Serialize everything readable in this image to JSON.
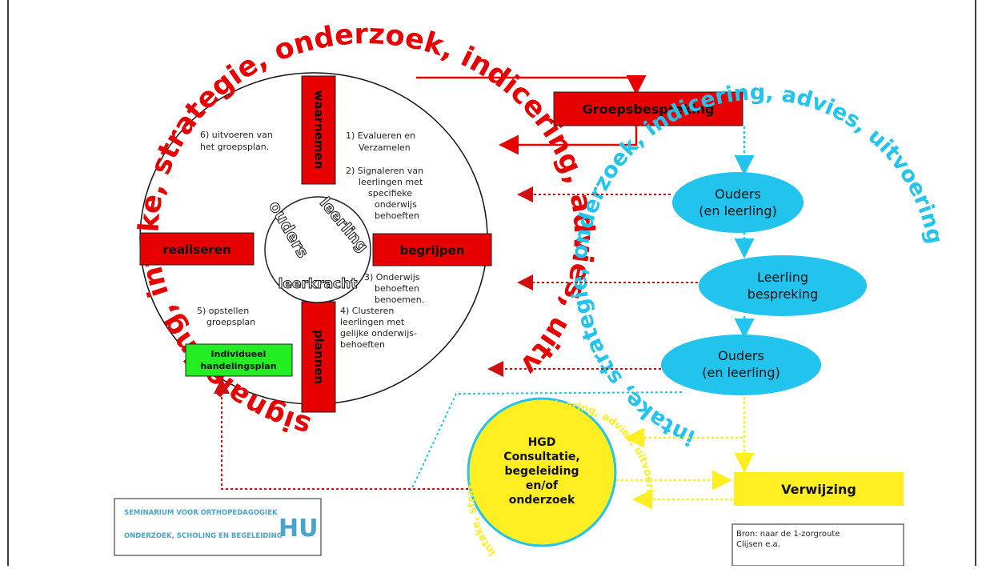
{
  "cycle": {
    "outer_ring_text": "signalering, intake, strategie, onderzoek, indicering, advies, uitvoering",
    "phases": {
      "top": "waarnemen",
      "right": "begrijpen",
      "bottom": "plannen",
      "left": "realiseren"
    },
    "center": [
      "ouders",
      "leerling",
      "leerkracht"
    ],
    "steps": {
      "s1": [
        "1) Evalueren en",
        "Verzamelen"
      ],
      "s2": [
        "2) Signaleren van",
        "leerlingen met",
        "specifieke",
        "onderwijs",
        "behoeften"
      ],
      "s3": [
        "3) Onderwijs",
        "behoeften",
        "benoemen."
      ],
      "s4": [
        "4) Clusteren",
        "leerlingen met",
        "gelijke onderwijs-",
        "behoeften"
      ],
      "s5": [
        "5) opstellen",
        "groepsplan"
      ],
      "s6": [
        "6) uitvoeren van",
        "het groepsplan."
      ]
    },
    "individueel": [
      "Individueel",
      "handelingsplan"
    ]
  },
  "groepsbespreking": "Groepsbespreking",
  "school_cycle": {
    "ring_text": "intake, strategie, onderzoek, indicering, advies, uitvoering",
    "nodes": [
      [
        "Ouders",
        "(en leerling)"
      ],
      [
        "Leerling",
        "bespreking"
      ],
      [
        "Ouders",
        "(en leerling)"
      ]
    ]
  },
  "hgd": {
    "lines": [
      "HGD",
      "Consultatie,",
      "begeleiding",
      "en/of",
      "onderzoek"
    ],
    "ring_text": "intake, strategie, onderzoek, indicering, advies, uitvoering"
  },
  "verwijzing": "Verwijzing",
  "logo": {
    "line1": "SEMINARIUM VOOR ORTHOPEDAGOGIEK",
    "line2": "ONDERZOEK, SCHOLING EN BEGELEIDING",
    "mark": "HU"
  },
  "source": {
    "line1": "Bron: naar de 1-zorgroute",
    "line2": "Clijsen e.a."
  },
  "colors": {
    "red": "#e60000",
    "cyan": "#22c4ee",
    "yellow": "#ffee22",
    "green": "#22ee22"
  }
}
